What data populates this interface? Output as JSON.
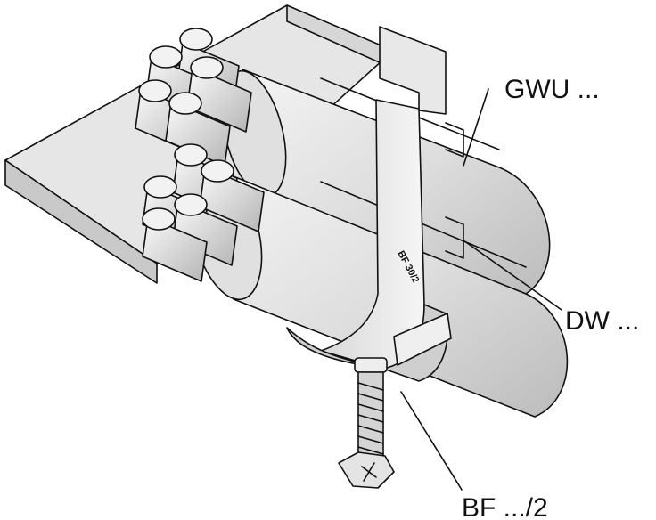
{
  "labels": {
    "gwu": "GWU ...",
    "dw": "DW ...",
    "bf": "BF .../2",
    "clamp_stamp": "BF 30/2"
  }
}
